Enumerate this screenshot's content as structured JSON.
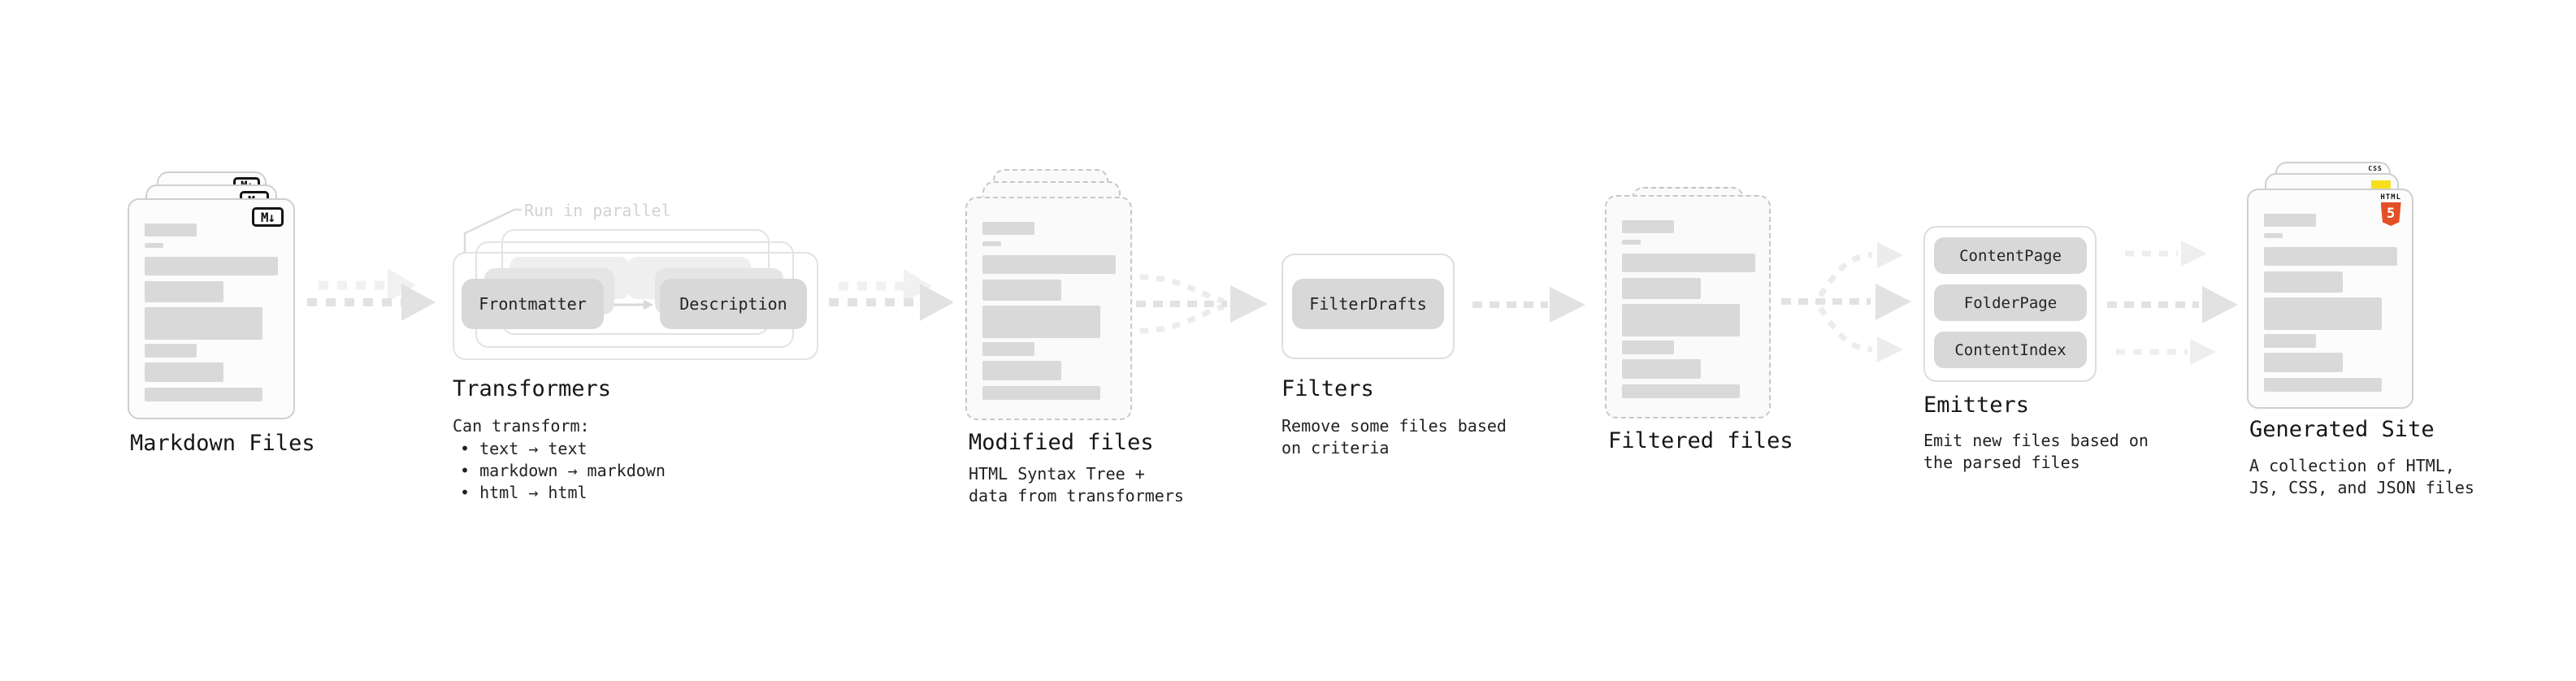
{
  "stages": {
    "markdown_files": {
      "label": "Markdown Files",
      "badge": "M↓"
    },
    "transformers": {
      "annotation": "Run in parallel",
      "pill_left": "Frontmatter",
      "pill_right": "Description",
      "heading": "Transformers",
      "description_title": "Can transform:",
      "bullets": [
        "• text → text",
        "• markdown → markdown",
        "• html → html"
      ]
    },
    "modified_files": {
      "heading": "Modified files",
      "description": "HTML Syntax Tree +\ndata from transformers"
    },
    "filters": {
      "pill": "FilterDrafts",
      "heading": "Filters",
      "description": "Remove some files based\non criteria"
    },
    "filtered_files": {
      "heading": "Filtered files"
    },
    "emitters": {
      "pills": [
        "ContentPage",
        "FolderPage",
        "ContentIndex"
      ],
      "heading": "Emitters",
      "description": "Emit new files based on\nthe parsed files"
    },
    "generated_site": {
      "heading": "Generated Site",
      "description": "A collection of HTML,\nJS, CSS, and JSON files",
      "css_badge": "CSS",
      "html_badge_label": "HTML",
      "html_badge_number": "5"
    }
  },
  "colors": {
    "html5_orange": "#e34f26",
    "js_yellow": "#f7df1e",
    "css_blue": "#2965f1",
    "skeleton_gray": "#d9d9d9",
    "pill_gray": "#d8d8d8",
    "arrow_gray": "#e2e2e2",
    "arrow_light_gray": "#f1f1f1"
  }
}
